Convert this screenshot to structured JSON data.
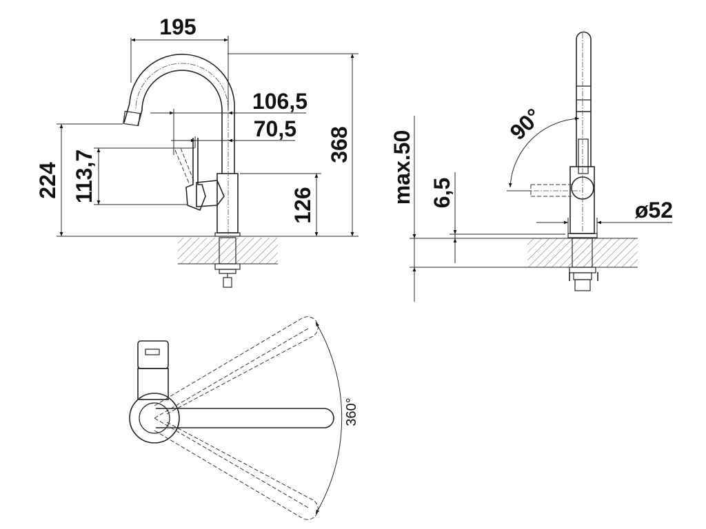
{
  "title": "Faucet dimension drawing",
  "side_view": {
    "dim_reach": "195",
    "dim_height_total": "368",
    "dim_lever_reach": "106,5",
    "dim_lever_offset": "70,5",
    "dim_spout_height": "224",
    "dim_lever_travel": "113,7",
    "dim_body_height": "126"
  },
  "front_view": {
    "dim_lever_angle": "90°",
    "dim_worktop_max": "max.50",
    "dim_flange": "6,5",
    "dim_diameter": "ø52"
  },
  "top_view": {
    "dim_swivel": "360°"
  }
}
